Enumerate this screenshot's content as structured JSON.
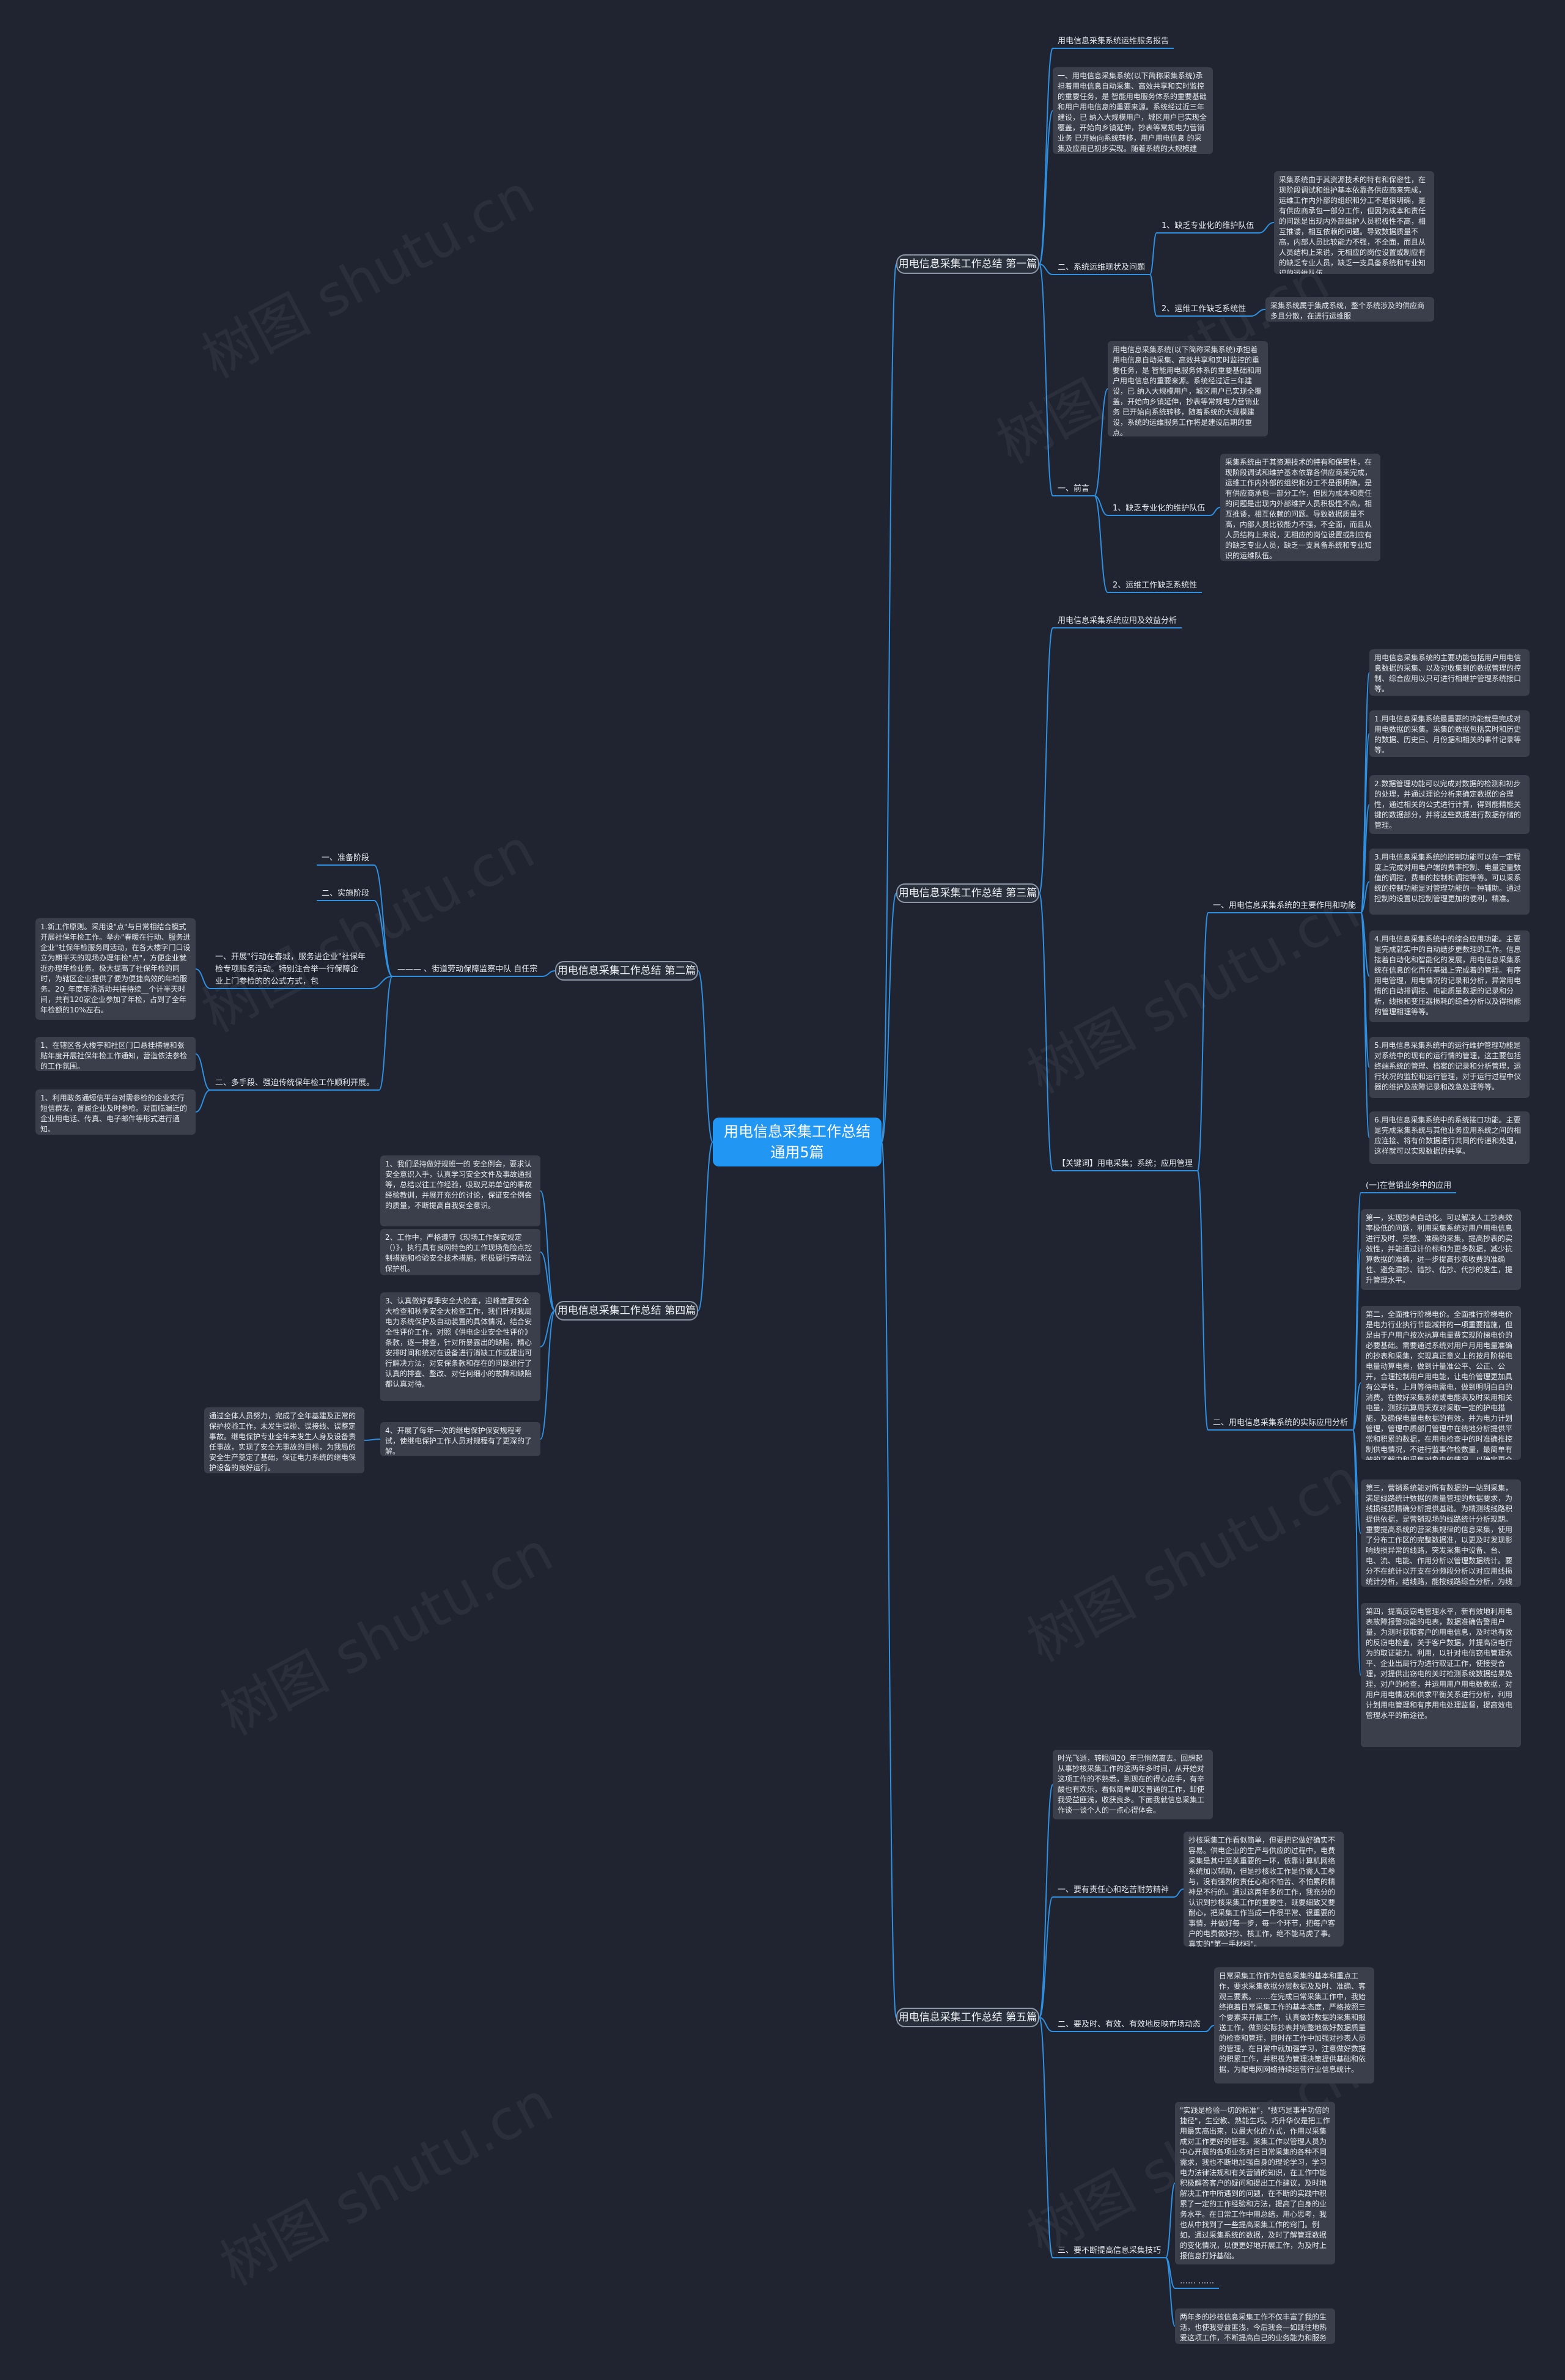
{
  "root": "用电信息采集工作总结通用5篇",
  "branches": {
    "b1": "用电信息采集工作总结 第一篇",
    "b2": "用电信息采集工作总结 第二篇",
    "b3": "用电信息采集工作总结 第三篇",
    "b4": "用电信息采集工作总结 第四篇",
    "b5": "用电信息采集工作总结 第五篇"
  },
  "b1": {
    "intro": "用电信息采集系统运维服务报告",
    "overview": "一、用电信息采集系统(以下简称采集系统)承担着用电信息自动采集、高效共享和实时监控的重要任务，是 智能用电服务体系的重要基础和用户用电信息的重要来源。系统经过近三年建设，已 纳入大规模用户，城区用户已实现全覆盖，开始向乡镇延伸，抄表等常规电力营销业务 已开始向系统转移，用户用电信息 的采集及应用已初步实现。随着系统的大规模建设，系统的运维服务工作将是建设后期的重点。",
    "s2": "二、系统运维现状及问题",
    "s2a": "1、缺乏专业化的维护队伍",
    "s2a_text": "采集系统由于其资源技术的特有和保密性，在现阶段调试和维护基本依靠各供应商来完成，运维工作内外部的组织和分工不是很明确，是有供应商承包一部分工作，但因为成本和责任的问题是出现内外部维护人员积极性不高，相互推诿，相互依赖的问题。导致数据质量不高，内部人员比较能力不强，不全面，而且从人员结构上来说，无相应的岗位设置或制应有的缺乏专业人员，缺乏一支具备系统和专业知识的运维队伍。",
    "s2b": "2、运维工作缺乏系统性",
    "s2b_text": "采集系统属于集成系统，整个系统涉及的供应商多且分散，在进行运维服",
    "s3": "一、前言",
    "s3_text": "用电信息采集系统(以下简称采集系统)承担着用电信息自动采集、高效共享和实时监控的重要任务，是 智能用电服务体系的重要基础和用户用电信息的重要来源。系统经过近三年建设，已 纳入大规模用户，城区用户已实现全覆盖，开始向乡镇延伸，抄表等常规电力营销业务 已开始向系统转移，随着系统的大规模建设，系统的运维服务工作将是建设后期的重点。",
    "s3a": "1、缺乏专业化的维护队伍",
    "s3a_text": "采集系统由于其资源技术的特有和保密性，在现阶段调试和维护基本依靠各供应商来完成，运维工作内外部的组织和分工不是很明确，是有供应商承包一部分工作，但因为成本和责任的问题是出现内外部维护人员积极性不高，相互推诿，相互依赖的问题。导致数据质量不高，内部人员比较能力不强，不全面，而且从人员结构上来说，无相应的岗位设置或制应有的缺乏专业人员，缺乏一支具备系统和专业知识的运维队伍。",
    "s3b": "2、运维工作缺乏系统性"
  },
  "b2": {
    "c1": "——— 、街道劳动保障监察中队 自任宗",
    "p1": "一、准备阶段",
    "p2": "二、实施阶段",
    "p3": "一、开展\"行动在春城，服务进企业\"社保年检专项服务活动。特别注合举一行保障企业上门参检的的公式方式，包",
    "p3_text": "1.新工作原则。采用设\"点\"与日常相结合模式开展社保年检工作。举办\"春暖在行动、服务进企业\"社保年检服务周活动，在各大楼字门口设立为期半天的现场办理年检\"点\"，方便企业就近办理年检业务。极大提高了社保年检的同时，为辖区企业提供了便为便捷高效的年检服务。20_年度年活活动共接待续__个计半天时间，共有120家企业参加了年检，占到了全年年检额的10%左右。",
    "p4": "二、多手段、强迫传统保年检工作顺利开展。",
    "p4_t1": "1、在辖区各大楼宇和社区门口悬挂横幅和张贴年度开展社保年检工作通知，营造依法参检的工作氛围。",
    "p4_t2": "1、利用政务通短信平台对需参检的企业实行短信群发，督履企业及时参检。对面临漏迁的企业用电话、传真、电子邮件等形式进行通知。"
  },
  "b3": {
    "intro": "用电信息采集系统应用及效益分析",
    "keywords": "【关键词】用电采集；系统；应用管理",
    "s1": "一、用电信息采集系统的主要作用和功能",
    "s1_t1": "用电信息采集系统的主要功能包括用户用电信息数据的采集、以及对收集到的数据管理的控制、综合应用以只可进行相继护管理系统接口等。",
    "s1_t2": "1.用电信息采集系统最重要的功能就是完成对用电数据的采集。采集的数据包括实时和历史的数据、历史日、月份据和相关的事件记录等等。",
    "s1_t3": "2.数据管理功能可以完成对数据的检测和初步的处理，并通过理论分析来确定数据的合理性，通过相关的公式进行计算，得到能精能关键的数据部分，并将这些数据进行数据存储的管理。",
    "s1_t4": "3.用电信息采集系统的控制功能可以在一定程度上完成对用电户端的费率控制、电量定量数值的调控，费率的控制和调控等等。可以采系统的控制功能是对管理功能的一种辅助。通过控制的设置以控制管理更加的便利，精准。",
    "s1_t5": "4.用电信息采集系统中的综合应用功能。主要是完成就实中的自动结步更数理的工作。信息接着自动化和智能化的发展，用电信息采集系统在信息的化而在基础上完成着的管理。有序用电管理，用电情况的记录和分析，异常用电情的自动排调控、电能质量数据的记录和分析，线损和变压器损耗的综合分析以及得损能的管理相理等等。",
    "s1_t6": "5.用电信息采集系统中的运行维护管理功能是对系统中的现有的运行情的管理，这主要包括终端系统的管理、档案的记录和分析管理，运行状况的监控和运行管理，对于运行过程中仪器的维护及故障记录和改急处理等等。",
    "s1_t7": "6.用电信息采集系统中的系统接口功能。主要是完成采集系统与其他业务应用系统之间的相应连接、将有价数据进行共同的传递和处理，这样就可以实现数据的共享。",
    "s2": "二、用电信息采集系统的实际应用分析",
    "s2_t0": "(一)在营销业务中的应用",
    "s2_t1": "第一，实现抄表自动化。可以解决人工抄表效率极低的问题，利用采集系统对用户用电信息进行及时、完整、准确的采集，提高抄表的实效性，并能通过计价标和为更多数据，减少抗算数据的准确，进一步提高抄表收费的准确性、避免漏抄、错抄、估抄、代抄的发生，提升管理水平。",
    "s2_t2": "第二，全面推行阶梯电价。全面推行阶梯电价是电力行业执行节能减排的一项重要措施，但是由于户用户按次抗算电量费实现阶梯电价的必要基础。需要通过系统对用户月用电量准确的抄表和采集，实现真正意义上的按月阶梯电电量动算电费，做到计量准公平、公正、公开，合理控制用户用电能，让电价管理更加具有公平性，上月等待电需电，做到明明白白的消费。在做好采集系统或电能表及时采用相关电量，测跃抗算周天双对采取一定的护电措施，及确保电量电数据的有效，并为电力计划管理，管理中质部门管理中在统地分析提供平常和积累的数据，在用电检查中的时准确推控制供电情况，不进行监事作检数量，最简单有效的了解中和采集对象电的情况，以确定更合适的电价收费数据的准确。提升AA一步提高性价比检系统技术。",
    "s2_t3": "第三，营销系统能对所有数据的一站到采集，满足线路统计数据的质量管理的数据要求，为线损线损精确分析提供基础。为精测线线路积提供依据，是营销现场的线路统计分析现期。重要提高系统的营采集规律的信息采集，使用了分布工作区的完整数据准，以更及时发现影响线损异常的线路，突发采集中设备、台、电、流、电能、作用分析以管理数据统计。要分不在统计以开支在分频段分析以对应用线损统计分析，结线路，能按线路综合分析，为线损管理提供和管理水平，进一步提高企业经济效益。",
    "s2_t4": "第四，提高反窃电管理水平，新有效地利用电表故障报警功能的电表，数据准确告警用户量，为测时获取客户的用电信息，及时地有效的反窃电检查，关于客户数据，并提高窃电行为的取证能力。利用，以针对电信窃电管理水平、企业出局行为进行取证工作，使接受合理，对提供出窃电的关时检测系统数据结果处理，对户的检查，并运用用户用电数数据，对用户用电情况和供求平衡关系进行分析，利用计划用电管理和有序用电处理监督，提高效电管理水平的新途径。"
  },
  "b4": {
    "t1": "1、我们坚持做好规班一的 安全例会，要求认安全意识入手，认真学习安全文件及事故通报等，总结以往工作经验，吸取兄弟单位的事故经验教训，并展开充分的讨论，保证安全例会的质量，不断提高自我安全意识。",
    "t2": "2、工作中，严格遵守《现场工作保安规定（）》，执行具有良网特色的工作现场危险点控制措施和检验安全技术措施，积极履行劳动法保护机。",
    "t3": "3、认真做好春季安全大检查，迎峰度夏安全大检查和秋季安全大检查工作，我们针对我局电力系统保护及自动装置的具体情况，结合安全性评价工作，对照《供电企业安全性评价》条款，逐一排查，针对所暴露出的缺陷，精心安排时间和统对在设备进行消缺工作或提出可行解决方法，对安保条款和存在的问题进行了认真的排查、整改、对任何细小的故障和缺陷都认真对待。",
    "t4": "4、开展了每年一次的继电保护保安规程考试，使继电保护工作人员对规程有了更深的了解。",
    "t4_text": "通过全体人员努力，完成了全年基建及正常的保护校验工作，未发生误碰、误接线、误整定事故。继电保护专业全年未发生人身及设备责任事故，实现了安全无事故的目标，为我局的安全生产奠定了基础，保证电力系统的继电保护设备的良好运行。"
  },
  "b5": {
    "intro": "时光飞逝，转眼间20_年已悄然离去。回想起从事抄核采集工作的这两年多时间，从开始对这项工作的不熟悉，到现在的得心应手，有辛酸也有欢乐，看似简单却又普通的工作，却使我受益匪浅，收获良多。下面我就信息采集工作谈一谈个人的一点心得体会。",
    "s1": "一、要有责任心和吃苦耐劳精神",
    "s1_text": "抄核采集工作看似简单，但要把它做好确实不容易。供电企业的生产与供应的过程中，电费采集是其中至关重要的一环，依靠计算机网络系统加以辅助，但是抄核收工作是仍需人工参与，没有强烈的责任心和不怕苦、不怕累的精神是不行的。通过这两年多的工作，我充分的认识到抄核采集工作的重要性，既要细致又要耐心，把采集工作当成一件很平常、很重要的事情，并做好每一步，每一个环节，把每户客户的电费做好抄、核工作，绝不能马虎了事。真实的\"第一手材料\"。",
    "s2": "二、要及时、有效、有效地反映市场动态",
    "s2_text": "日常采集工作作为信息采集的基本和重点工作，要求采集数据分层数据及及时、准确、客观三要素。……在完成日常采集工作中，我始终抱着日常采集工作的基本态度，严格按照三个要素来开展工作，认真做好数据的采集和报送工作，做到实际抄表并完整地做好数据质量的检查和管理，同时在工作中加强对抄表人员的管理，在日常中就加强学习，注意做好数据的积累工作，并积极为管理决策提供基础和依据，为配电网网络持续运营行业信息统计。",
    "s3": "三、要不断提高信息采集技巧",
    "s3_text": "\"实践是检验一切的标准\"，\"技巧是事半功倍的捷径\"，生空教、熟能生巧。巧升华仅是把工作用最实高出来，以最大化的方式，作用以采集成对工作更好的管理。采集工作以管理人员为中心开展的各项业务对日日常采集的各种不同需求，我也不断地加强自身的理论学习，学习电力法律法规和有关营销的知识，在工作中能积极解答客户的疑问和提出工作建议，及时地解决工作中所遇到的问题，在不断的实践中积累了一定的工作经验和方法，提高了自身的业务水平。在日常工作中用总结，用心思考，我也从中找到了一些提高采集工作的窍门。例如，通过采集系统的数据，及时了解管理数据的变化情况，以便更好地开展工作，为及时上报信息打好基础。",
    "s3_dots": "…… ……",
    "s3_end": "两年多的抄核信息采集工作不仅丰富了我的生活，也使我受益匪浅，今后我会一如既往地热爱这项工作，不断提高自己的业务能力和服务水平，力求把工作做得更好。"
  },
  "watermark": "树图 shutu.cn",
  "colors": {
    "background": "#1f2430",
    "root": "#2196f3",
    "edge": "#2f8fe0",
    "box": "#3a3f4b",
    "text": "#e7eaee"
  }
}
